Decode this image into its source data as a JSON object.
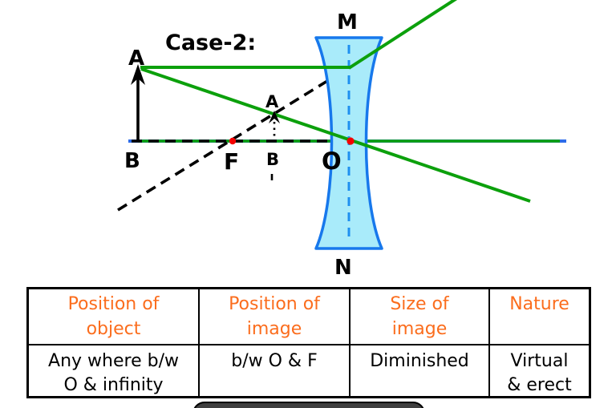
{
  "colors": {
    "heading_orange": "#fb6d1d",
    "ray_green": "#0ca00c",
    "lens_fill": "#a9ebfa",
    "lens_stroke": "#1778ec",
    "axis_blue": "#2d6cea",
    "lens_axis_blue": "#1e90f0",
    "focal_dot_red": "#f40000",
    "line_black": "#000000",
    "banner_gray": "#3f3f3f"
  },
  "diagram": {
    "case_label": "Case-2:",
    "labels": {
      "lens_top": "M",
      "lens_bottom": "N",
      "object_tip": "A",
      "object_base": "B",
      "focus": "F",
      "optical_center": "O",
      "image_tip": "A",
      "image_base": "B"
    }
  },
  "table": {
    "headers": [
      "Position of\nobject",
      "Position of\nimage",
      "Size of\nimage",
      "Nature"
    ],
    "row": [
      "Any where b/w\nO & infinity",
      "b/w O & F",
      "Diminished",
      "Virtual\n& erect"
    ]
  }
}
